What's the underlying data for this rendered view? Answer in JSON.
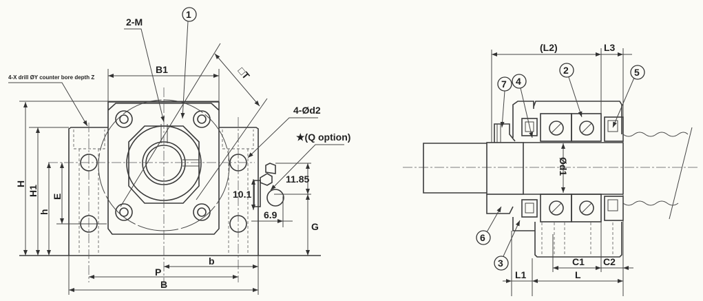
{
  "front_view": {
    "note_drill": "4-X drill ØY counter bore depth Z",
    "label_2M": "2-M",
    "balloon_1": "1",
    "label_T": "□T",
    "label_B1": "B1",
    "label_d2": "4-Ød2",
    "label_q_option": "★(Q option)",
    "label_H": "H",
    "label_H1": "H1",
    "label_h": "h",
    "label_E": "E",
    "label_P": "P",
    "label_b": "b",
    "label_B": "B",
    "label_G": "G",
    "dim_10_1": "10.1",
    "dim_11_85": "11.85",
    "dim_6_9": "6.9"
  },
  "side_view": {
    "label_L2": "(L2)",
    "label_L3": "L3",
    "label_d1": "Ød1",
    "label_C1": "C1",
    "label_C2": "C2",
    "label_L1": "L1",
    "label_L": "L",
    "balloons": [
      "2",
      "5",
      "7",
      "4",
      "6",
      "3"
    ]
  }
}
